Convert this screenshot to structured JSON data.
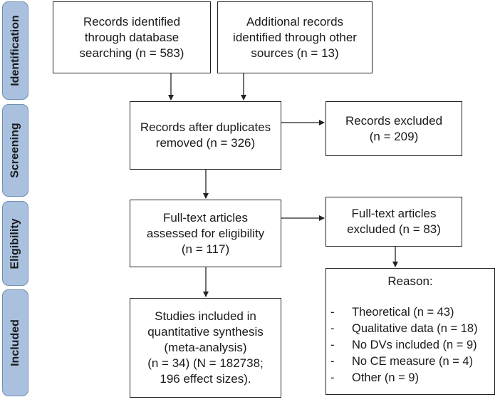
{
  "phases": [
    {
      "label": "Identification"
    },
    {
      "label": "Screening"
    },
    {
      "label": "Eligibility"
    },
    {
      "label": "Included"
    }
  ],
  "boxes": {
    "db_records": {
      "lines": [
        "Records identified",
        "through database",
        "searching (n = 583)"
      ]
    },
    "other_records": {
      "lines": [
        "Additional records",
        "identified through other",
        "sources (n = 13)"
      ]
    },
    "after_duplicates": {
      "lines": [
        "Records after duplicates",
        "removed (n = 326)"
      ]
    },
    "excluded": {
      "lines": [
        "Records excluded",
        "(n = 209)"
      ]
    },
    "fulltext_assessed": {
      "lines": [
        "Full-text articles",
        "assessed for eligibility",
        "(n = 117)"
      ]
    },
    "fulltext_excluded": {
      "lines": [
        "Full-text articles",
        "excluded (n = 83)"
      ]
    },
    "included": {
      "lines": [
        "Studies included in",
        "quantitative synthesis",
        "(meta-analysis)",
        "(n = 34) (N = 182738;",
        "196 effect sizes)."
      ]
    }
  },
  "reason": {
    "title": "Reason:",
    "items": [
      "Theoretical (n = 43)",
      "Qualitative data (n = 18)",
      "No DVs included (n = 9)",
      "No CE measure (n = 4)",
      "Other (n = 9)"
    ]
  },
  "colors": {
    "phase_fill": "#a9c1de",
    "phase_border": "#6f8fb5",
    "line": "#222222"
  }
}
